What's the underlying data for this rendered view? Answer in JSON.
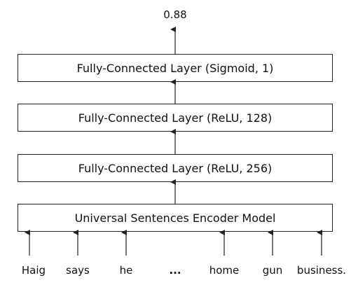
{
  "output": {
    "value": "0.88"
  },
  "layers": {
    "fc_sigmoid": "Fully-Connected Layer (Sigmoid, 1)",
    "fc_relu_128": "Fully-Connected Layer (ReLU, 128)",
    "fc_relu_256": "Fully-Connected Layer (ReLU, 256)",
    "encoder": "Universal Sentences Encoder Model"
  },
  "tokens": [
    "Haig",
    "says",
    "he",
    "...",
    "home",
    "gun",
    "business."
  ],
  "colors": {
    "stroke": "#222222",
    "text": "#111111",
    "background": "#ffffff"
  }
}
